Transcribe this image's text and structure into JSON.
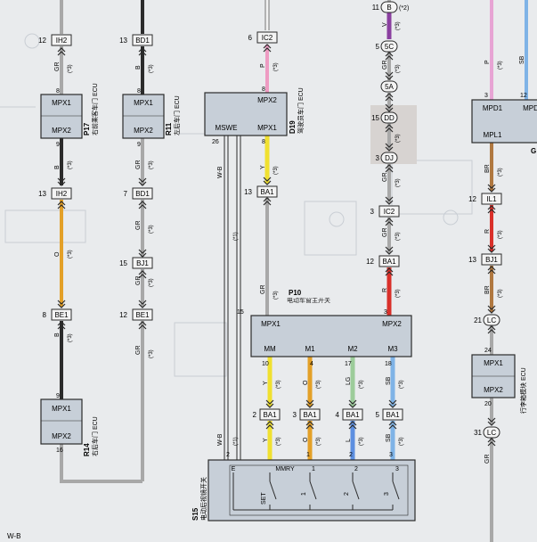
{
  "footer": "W-B",
  "colors": {
    "background": "#e9ebed",
    "module_fill": "#c7cfd8",
    "frame": "#2b2b2b",
    "wire_gray": "#a8a8a8"
  },
  "modules": [
    {
      "id": "p17",
      "top_port": "MPX1",
      "bottom_port": "MPX2",
      "code": "P17",
      "desc": "右前乘客车门 ECU"
    },
    {
      "id": "r11",
      "top_port": "MPX1",
      "bottom_port": "MPX2",
      "code": "R11",
      "desc": "左后车门 ECU"
    },
    {
      "id": "d19",
      "top_port": "MPX2",
      "left_port": "MSWE",
      "right_port": "MPX1",
      "code": "D19",
      "desc": "驾驶员车门 ECU"
    },
    {
      "id": "r14",
      "top_port": "MPX1",
      "bottom_port": "MPX2",
      "code": "R14",
      "desc": "右后车门 ECU"
    },
    {
      "id": "p10",
      "left_port": "MPX1",
      "right_port": "MPX2",
      "code": "P10",
      "desc": "电动车窗主开关",
      "pins": [
        "MM",
        "M1",
        "M2",
        "M3"
      ]
    },
    {
      "id": "g",
      "top_left": "MPD1",
      "top_right": "MPD",
      "bottom": "MPL1",
      "code": "G"
    },
    {
      "id": "right_ecu",
      "top": "MPX1",
      "bottom": "MPX2",
      "desc": "行李箱模块 ECU"
    },
    {
      "id": "s15",
      "code": "S15",
      "desc": "电动后视镜开关",
      "labels": [
        "E",
        "MMRY",
        "1",
        "2",
        "3"
      ],
      "switches": [
        "SET",
        "1",
        "2",
        "3"
      ]
    }
  ],
  "connectors": [
    {
      "id": "c1",
      "code": "IH2",
      "pin": "12"
    },
    {
      "id": "c2",
      "code": "BD1",
      "pin": "13"
    },
    {
      "id": "c3",
      "code": "IC2",
      "pin": "6"
    },
    {
      "id": "c4",
      "code": "IH2",
      "pin": "13"
    },
    {
      "id": "c5",
      "code": "BD1",
      "pin": "7"
    },
    {
      "id": "c6",
      "code": "BA1",
      "pin": "13"
    },
    {
      "id": "c7",
      "code": "BJ1",
      "pin": "15"
    },
    {
      "id": "c8",
      "code": "BE1",
      "pin": "8"
    },
    {
      "id": "c9",
      "code": "BE1",
      "pin": "12"
    },
    {
      "id": "c10",
      "code": "IC2",
      "pin": "3"
    },
    {
      "id": "c11",
      "code": "BA1",
      "pin": "12"
    },
    {
      "id": "c12",
      "code": "IL1",
      "pin": "12"
    },
    {
      "id": "c13",
      "code": "BJ1",
      "pin": "13"
    },
    {
      "id": "c14",
      "code": "BA1",
      "pin": "2"
    },
    {
      "id": "c15",
      "code": "BA1",
      "pin": "3"
    },
    {
      "id": "c16",
      "code": "BA1",
      "pin": "4"
    },
    {
      "id": "c17",
      "code": "BA1",
      "pin": "5"
    }
  ],
  "junctions": [
    {
      "id": "j1",
      "code": "B",
      "pin": "11",
      "note": "(*2)"
    },
    {
      "id": "j2",
      "code": "5C",
      "pin": "5"
    },
    {
      "id": "j3",
      "code": "5A",
      "pin": ""
    },
    {
      "id": "j4",
      "code": "DD",
      "pin": "15"
    },
    {
      "id": "j5",
      "code": "DJ",
      "pin": "3"
    },
    {
      "id": "j6",
      "code": "LC",
      "pin": "21"
    },
    {
      "id": "j7",
      "code": "LC",
      "pin": "31"
    }
  ],
  "wire_labels": [
    {
      "id": "w1",
      "text": "GR"
    },
    {
      "id": "w2",
      "text": "B"
    },
    {
      "id": "w3",
      "text": "P"
    },
    {
      "id": "w4",
      "text": "GR"
    },
    {
      "id": "w5",
      "text": "B"
    },
    {
      "id": "w6",
      "text": "Y"
    },
    {
      "id": "w7",
      "text": "O"
    },
    {
      "id": "w8",
      "text": "GR"
    },
    {
      "id": "w9",
      "text": "GR"
    },
    {
      "id": "w10",
      "text": "B"
    },
    {
      "id": "w11",
      "text": "GR"
    },
    {
      "id": "w12",
      "text": "V"
    },
    {
      "id": "w13",
      "text": "GR"
    },
    {
      "id": "w14",
      "text": "GR"
    },
    {
      "id": "w15",
      "text": "GR"
    },
    {
      "id": "w16",
      "text": "R"
    },
    {
      "id": "w17",
      "text": "P"
    },
    {
      "id": "w18",
      "text": "SB"
    },
    {
      "id": "w19",
      "text": "BR"
    },
    {
      "id": "w20",
      "text": "R"
    },
    {
      "id": "w21",
      "text": "BR"
    },
    {
      "id": "w22",
      "text": "GR"
    },
    {
      "id": "w23",
      "text": "W-B"
    },
    {
      "id": "w24",
      "text": "W-B"
    },
    {
      "id": "w25",
      "text": "GR"
    },
    {
      "id": "w26",
      "text": "Y"
    },
    {
      "id": "w27",
      "text": "O"
    },
    {
      "id": "w28",
      "text": "LG"
    },
    {
      "id": "w29",
      "text": "SB"
    },
    {
      "id": "w30",
      "text": "Y"
    },
    {
      "id": "w31",
      "text": "O"
    },
    {
      "id": "w32",
      "text": "L"
    },
    {
      "id": "w33",
      "text": "SB"
    }
  ],
  "pin_numbers": [
    {
      "id": "p1",
      "text": "8"
    },
    {
      "id": "p2",
      "text": "9"
    },
    {
      "id": "p3",
      "text": "8"
    },
    {
      "id": "p4",
      "text": "9"
    },
    {
      "id": "p5",
      "text": "26"
    },
    {
      "id": "p6",
      "text": "8"
    },
    {
      "id": "p7",
      "text": "8"
    },
    {
      "id": "p8",
      "text": "9"
    },
    {
      "id": "p9",
      "text": "16"
    },
    {
      "id": "p10",
      "text": "15"
    },
    {
      "id": "p11",
      "text": "3"
    },
    {
      "id": "p12",
      "text": "10"
    },
    {
      "id": "p13",
      "text": "17"
    },
    {
      "id": "p14",
      "text": "18"
    },
    {
      "id": "p15",
      "text": "3"
    },
    {
      "id": "p16",
      "text": "12"
    },
    {
      "id": "p17",
      "text": "24"
    },
    {
      "id": "p18",
      "text": "20"
    },
    {
      "id": "p19",
      "text": "2"
    },
    {
      "id": "p20",
      "text": "1"
    },
    {
      "id": "p21",
      "text": "2"
    },
    {
      "id": "p22",
      "text": "3"
    },
    {
      "id": "p23",
      "text": "4"
    }
  ],
  "notes": {
    "star1": "(*1)",
    "star3": "(*3)"
  }
}
